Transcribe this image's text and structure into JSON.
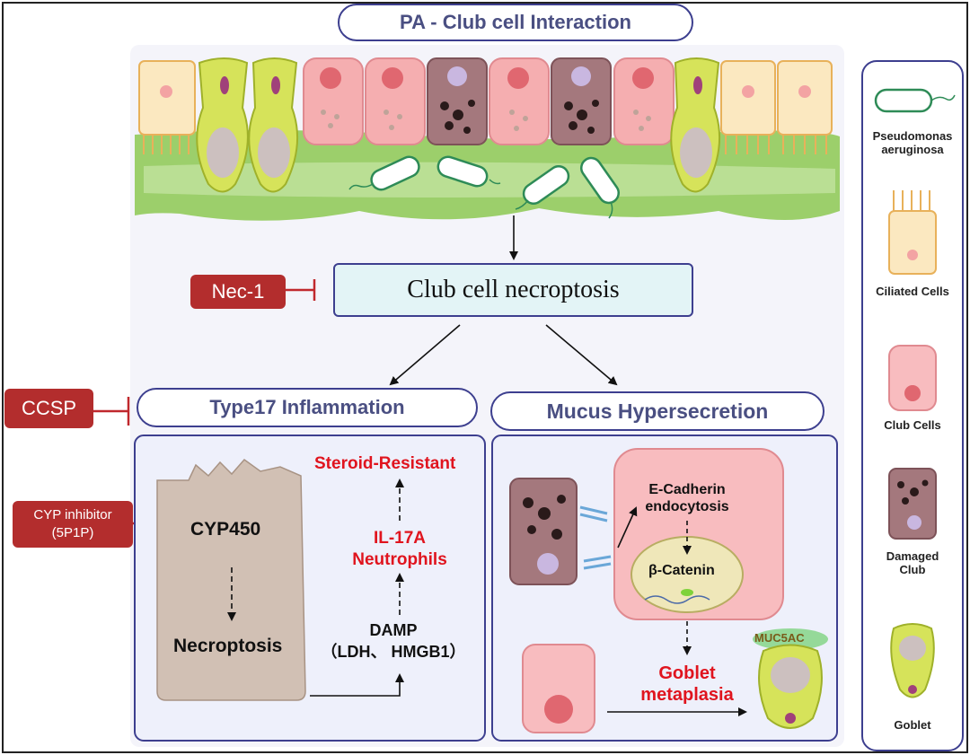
{
  "title": "PA - Club cell Interaction",
  "center_box": "Club cell necroptosis",
  "inhibitors": {
    "nec1": "Nec-1",
    "ccsp": "CCSP",
    "cyp_line1": "CYP inhibitor",
    "cyp_line2": "(5P1P)"
  },
  "left_panel": {
    "header": "Type17 Inflammation",
    "cyp450": "CYP450",
    "necroptosis": "Necroptosis",
    "damp_line1": "DAMP",
    "damp_line2": "（LDH、 HMGB1）",
    "il17_line1": "IL-17A",
    "il17_line2": "Neutrophils",
    "steroid": "Steroid-Resistant"
  },
  "right_panel": {
    "header": "Mucus Hypersecretion",
    "ecad_line1": "E-Cadherin",
    "ecad_line2": "endocytosis",
    "catenin": "β-Catenin",
    "goblet_line1": "Goblet",
    "goblet_line2": "metaplasia",
    "muc5ac": "MUC5AC"
  },
  "legend": {
    "pa_line1": "Pseudomonas",
    "pa_line2": "aeruginosa",
    "ciliated": "Ciliated Cells",
    "club": "Club Cells",
    "damaged_line1": "Damaged",
    "damaged_line2": "Club",
    "goblet": "Goblet"
  },
  "colors": {
    "outline": "#3d3f8f",
    "inhibitor_red": "#b32d2d",
    "highlight_red": "#e0141e",
    "panel_bg": "#eef0fb",
    "center_box_bg": "#e3f4f6"
  }
}
